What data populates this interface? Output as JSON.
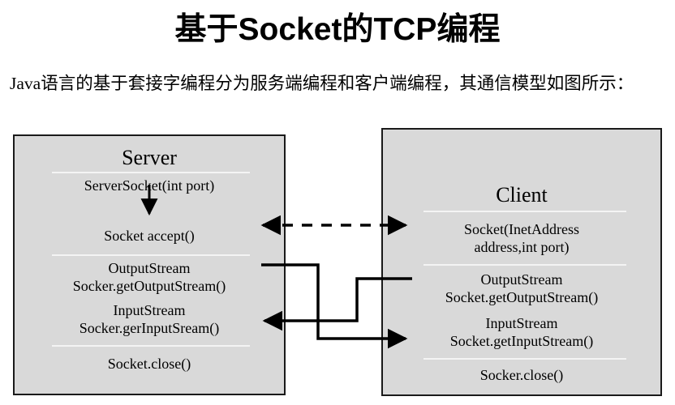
{
  "title": "基于Socket的TCP编程",
  "intro": "Java语言的基于套接字编程分为服务端编程和客户端编程，其通信模型如图所示：",
  "colors": {
    "panel_fill": "#d9d9d9",
    "panel_border": "#1a1a1a",
    "divider": "#f4f4f4",
    "text": "#000000",
    "background": "#ffffff"
  },
  "diagram": {
    "server": {
      "heading": "Server",
      "rows": [
        "ServerSocket(int port)",
        "Socket accept()",
        "OutputStream\nSocker.getOutputStream()",
        "InputStream\nSocker.gerInputSream()",
        "Socket.close()"
      ]
    },
    "client": {
      "heading": "Client",
      "rows": [
        "Socket(InetAddress\naddress,int port)",
        "OutputStream\nSocket.getOutputStream()",
        "InputStream\nSocket.getInputStream()",
        "Socker.close()"
      ]
    },
    "connectors": [
      {
        "name": "handshake",
        "style": "dashed",
        "direction": "bidirectional",
        "label": ""
      },
      {
        "name": "server-output-to-client-input",
        "style": "solid",
        "direction": "server-to-client",
        "label": ""
      },
      {
        "name": "client-output-to-server-input",
        "style": "solid",
        "direction": "client-to-server",
        "label": ""
      }
    ]
  }
}
